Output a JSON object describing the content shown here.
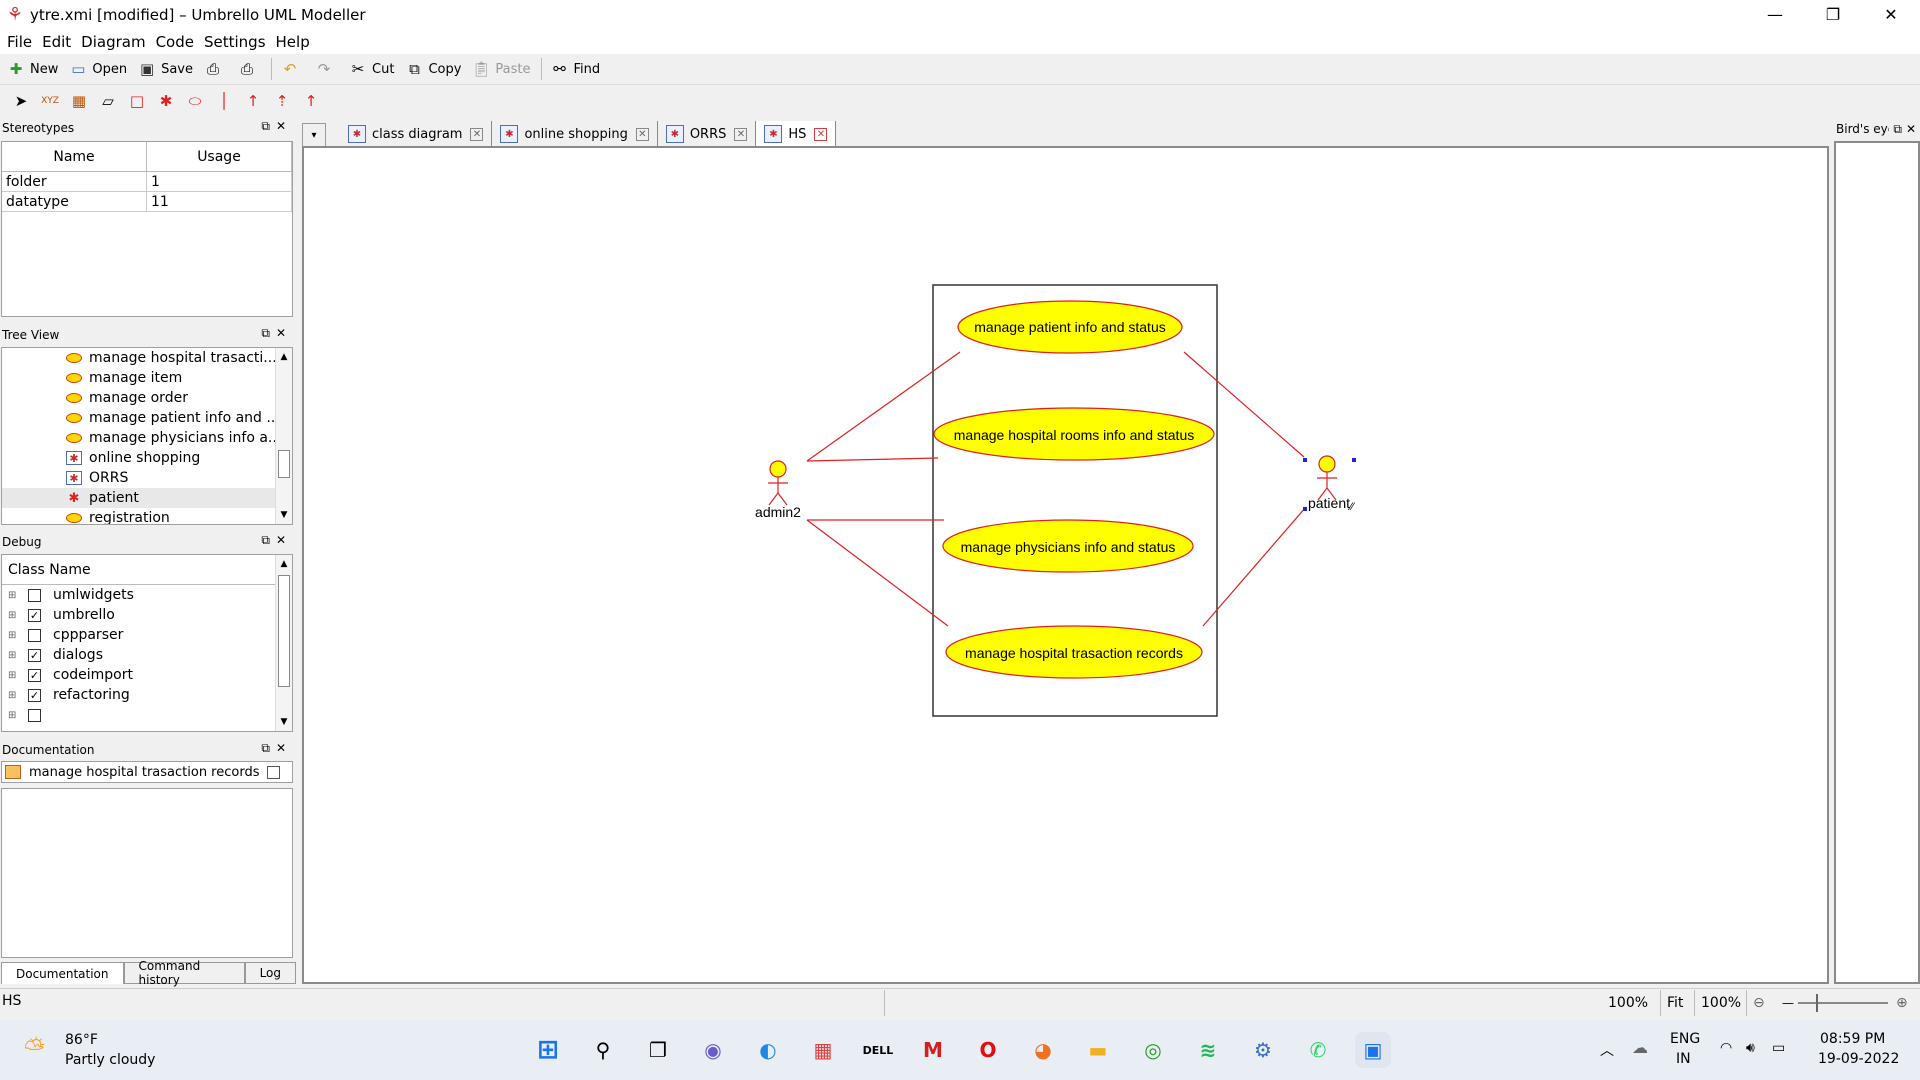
{
  "window": {
    "title": "ytre.xmi [modified] – Umbrello UML Modeller"
  },
  "menu": [
    "File",
    "Edit",
    "Diagram",
    "Code",
    "Settings",
    "Help"
  ],
  "toolbar": {
    "new": "New",
    "open": "Open",
    "save": "Save",
    "cut": "Cut",
    "copy": "Copy",
    "paste": "Paste",
    "find": "Find"
  },
  "stereotypes": {
    "title": "Stereotypes",
    "columns": [
      "Name",
      "Usage"
    ],
    "rows": [
      {
        "name": "folder",
        "usage": "1"
      },
      {
        "name": "datatype",
        "usage": "11"
      }
    ]
  },
  "tree": {
    "title": "Tree View",
    "items": [
      {
        "label": "manage hospital trasacti...",
        "icon": "usecase-icon"
      },
      {
        "label": "manage item",
        "icon": "usecase-icon"
      },
      {
        "label": "manage order",
        "icon": "usecase-icon"
      },
      {
        "label": "manage patient info and ...",
        "icon": "usecase-icon"
      },
      {
        "label": "manage physicians info a...",
        "icon": "usecase-icon"
      },
      {
        "label": "online shopping",
        "icon": "diagram-icon"
      },
      {
        "label": "ORRS",
        "icon": "diagram-icon"
      },
      {
        "label": "patient",
        "icon": "actor-icon"
      },
      {
        "label": "registration",
        "icon": "usecase-icon"
      }
    ]
  },
  "debug": {
    "title": "Debug",
    "column": "Class Name",
    "rows": [
      {
        "name": "umlwidgets",
        "checked": false
      },
      {
        "name": "umbrello",
        "checked": true
      },
      {
        "name": "cppparser",
        "checked": false
      },
      {
        "name": "dialogs",
        "checked": true
      },
      {
        "name": "codeimport",
        "checked": true
      },
      {
        "name": "refactoring",
        "checked": true
      },
      {
        "name": "",
        "checked": false
      }
    ]
  },
  "documentation": {
    "title": "Documentation",
    "item": "manage hospital trasaction records",
    "tabs": [
      "Documentation",
      "Command history",
      "Log"
    ]
  },
  "tabs": [
    {
      "label": "class diagram",
      "active": false
    },
    {
      "label": "online shopping",
      "active": false
    },
    {
      "label": "ORRS",
      "active": false
    },
    {
      "label": "HS",
      "active": true
    }
  ],
  "birdseye": {
    "title": "Bird's eye"
  },
  "diagram": {
    "usecases": [
      "manage patient info and status",
      "manage hospital rooms info and status",
      "manage physicians info and status",
      "manage hospital trasaction records"
    ],
    "actors": [
      "admin2",
      "patient"
    ],
    "colors": {
      "usecase_fill": "#ffff00",
      "usecase_border": "#e02020",
      "line": "#e02020"
    }
  },
  "status": {
    "text": "HS",
    "zoom1": "100%",
    "fit": "Fit",
    "zoom2": "100%"
  },
  "taskbar": {
    "temp": "86°F",
    "weather": "Partly cloudy",
    "lang1": "ENG",
    "lang2": "IN",
    "time": "08:59 PM",
    "date": "19-09-2022"
  }
}
